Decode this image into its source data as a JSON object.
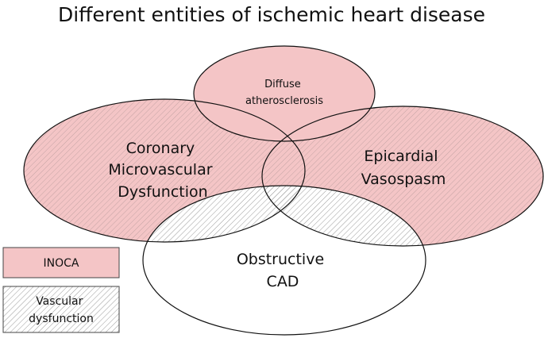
{
  "title": "Different entities of ischemic heart disease",
  "entities": {
    "diffuse": [
      "Diffuse",
      "atherosclerosis"
    ],
    "cmd": [
      "Coronary",
      "Microvascular",
      "Dysfunction"
    ],
    "vasospasm": [
      "Epicardial",
      "Vasospasm"
    ],
    "obstructive": [
      "Obstructive",
      "CAD"
    ]
  },
  "legend": {
    "inoca": [
      "INOCA"
    ],
    "vascular": [
      "Vascular",
      "dysfunction"
    ]
  },
  "colors": {
    "inoca_fill": "#f4c5c6",
    "hatch_line": "#9a9a9a",
    "outline": "#111111"
  }
}
